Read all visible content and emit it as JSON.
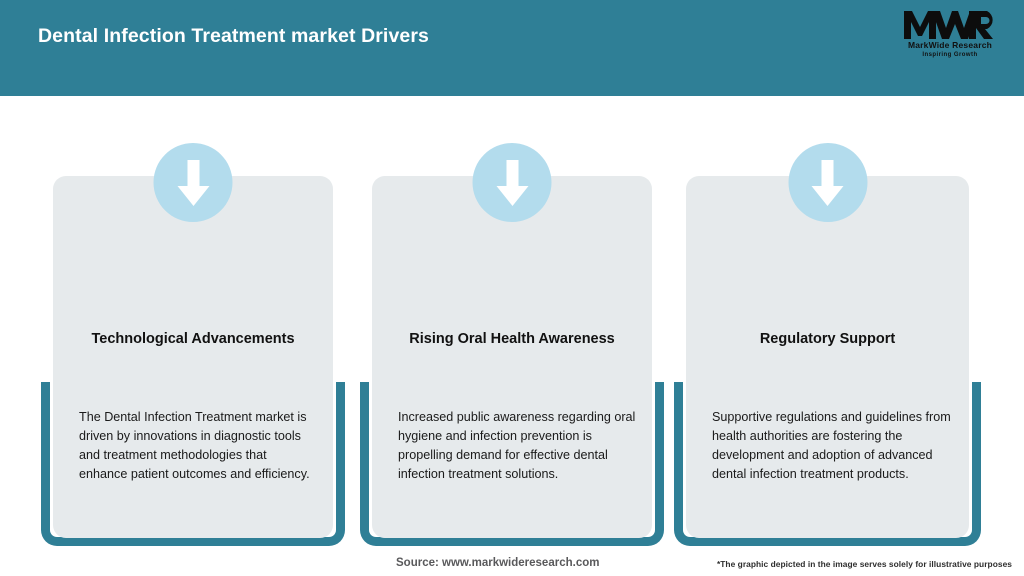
{
  "header": {
    "title": "Dental Infection Treatment market Drivers",
    "bg_color": "#2f7f96",
    "title_color": "#ffffff",
    "logo": {
      "mark": "MWR",
      "name": "MarkWide Research",
      "tagline": "Inspiring Growth"
    }
  },
  "theme": {
    "accent": "#2f7f96",
    "card_bg": "#e6eaec",
    "badge_bg": "#b3dced",
    "page_bg": "#ffffff"
  },
  "cards": [
    {
      "icon": "arrow-down-icon",
      "title": "Technological Advancements",
      "body": "The Dental Infection Treatment market is driven by innovations in diagnostic tools and treatment methodologies that enhance patient outcomes and efficiency."
    },
    {
      "icon": "arrow-down-icon",
      "title": "Rising Oral Health Awareness",
      "body": "Increased public awareness regarding oral hygiene and infection prevention is propelling demand for effective dental infection treatment solutions."
    },
    {
      "icon": "arrow-down-icon",
      "title": "Regulatory Support",
      "body": "Supportive regulations and guidelines from health authorities are fostering the development and adoption of advanced dental infection treatment products."
    }
  ],
  "footer": {
    "source": "Source: www.markwideresearch.com",
    "disclaimer": "*The graphic depicted in the image serves solely for illustrative purposes"
  }
}
